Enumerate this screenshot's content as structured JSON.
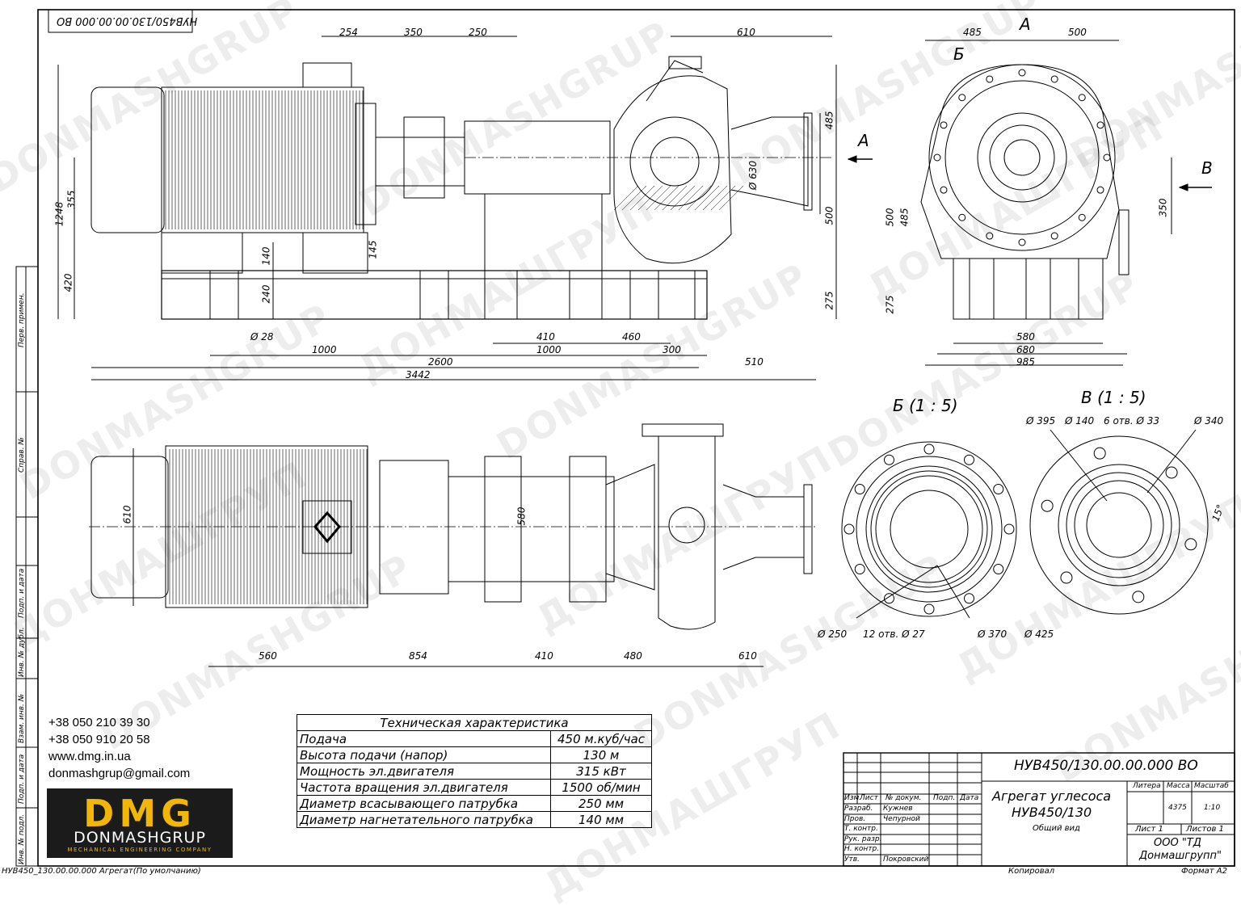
{
  "stamp_code_rotated": "НУВ450/130.00.00.000 ВО",
  "views": {
    "label_A_top": "А",
    "label_A_arrow": "А",
    "label_B_top": "Б",
    "label_B_arrow": "В",
    "detail_b": "Б (1 : 5)",
    "detail_v": "В (1 : 5)"
  },
  "dimensions": {
    "top": [
      "254",
      "350",
      "250",
      "610"
    ],
    "end_top": [
      "485",
      "500"
    ],
    "left_vertical": [
      "1248",
      "355",
      "420"
    ],
    "mid_vertical": [
      "140",
      "145",
      "240"
    ],
    "right_vertical": [
      "485",
      "500",
      "275"
    ],
    "end_vertical": [
      "500",
      "485",
      "275",
      "350"
    ],
    "diameter_630": "Ø 630",
    "diameter_28": "Ø 28",
    "bottom_rows": [
      "410",
      "460",
      "1000",
      "1000",
      "300",
      "2600",
      "510",
      "3442"
    ],
    "end_bottom": [
      "580",
      "680",
      "985"
    ],
    "plan_width": "610",
    "plan_offset": "580",
    "plan_bottom": [
      "560",
      "854",
      "410",
      "480",
      "610"
    ],
    "detail_b": [
      "Ø 250",
      "12 отв. Ø 27",
      "Ø 370",
      "Ø 425"
    ],
    "detail_v": [
      "Ø 395",
      "Ø 140",
      "6 отв. Ø 33",
      "Ø 340",
      "15°"
    ]
  },
  "side_labels": [
    "Перв. примен.",
    "Справ. №",
    "Подп. и дата",
    "Инв. № дубл.",
    "Взам. инв. №",
    "Подп. и дата",
    "Инв. № подл."
  ],
  "contacts": {
    "phone1": "+38 050 210 39 30",
    "phone2": "+38 050 910 20 58",
    "site": "www.dmg.in.ua",
    "email": "donmashgrup@gmail.com"
  },
  "logo": {
    "mark": "DMG",
    "name": "DONMASHGRUP",
    "tagline": "MECHANICAL ENGINEERING COMPANY"
  },
  "tech_table": {
    "title": "Техническая характеристика",
    "rows": [
      {
        "param": "Подача",
        "value": "450 м.куб/час"
      },
      {
        "param": "Высота подачи (напор)",
        "value": "130 м"
      },
      {
        "param": "Мощность эл.двигателя",
        "value": "315 кВт"
      },
      {
        "param": "Частота вращения эл.двигателя",
        "value": "1500 об/мин"
      },
      {
        "param": "Диаметр всасывающего патрубка",
        "value": "250 мм"
      },
      {
        "param": "Диаметр нагнетательного патрубка",
        "value": "140 мм"
      }
    ]
  },
  "title_block": {
    "code": "НУВ450/130.00.00.000 ВО",
    "name1": "Агрегат углесоса",
    "name2": "НУВ450/130",
    "name3": "Общий вид",
    "col_izm": "Изм.",
    "col_list": "Лист",
    "col_doc": "№ докум.",
    "col_podp": "Подп.",
    "col_data": "Дата",
    "r_razrab": "Разраб.",
    "r_razrab_name": "Кужнев",
    "r_prov": "Пров.",
    "r_prov_name": "Чепурной",
    "r_tkontr": "Т. контр.",
    "r_rukrazr": "Рук. разр.",
    "r_nkontr": "Н. контр.",
    "r_utv": "Утв.",
    "r_utv_name": "Покровский",
    "h_litera": "Литера",
    "h_massa": "Масса",
    "h_masshtab": "Масштаб",
    "massa": "4375",
    "masshtab": "1:10",
    "list": "Лист 1",
    "listov": "Листов 1",
    "org1": "ООО \"ТД",
    "org2": "Донмашгрупп\""
  },
  "footer": {
    "filename": "НУВ450_130.00.00.000 Агрегат(По умолчанию)",
    "kopiroval": "Копировал",
    "format": "Формат А2"
  },
  "watermark_lat": "DONMASHGRUP",
  "watermark_cyr": "ДОНМАШГРУП"
}
